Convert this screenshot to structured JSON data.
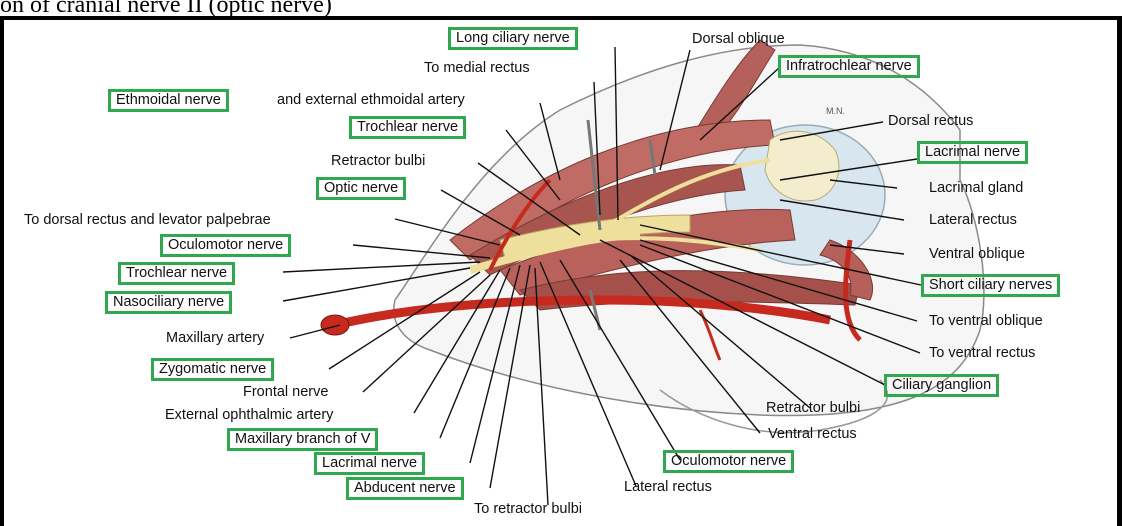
{
  "caption": "on of cranial nerve II (optic nerve)",
  "labels": {
    "long_ciliary_nerve": "Long ciliary nerve",
    "dorsal_oblique": "Dorsal oblique",
    "to_medial_rectus": "To medial rectus",
    "infratrochlear_nerve": "Infratrochlear nerve",
    "ethmoidal_nerve": "Ethmoidal nerve",
    "external_ethmoidal_artery": "and external ethmoidal artery",
    "trochlear_nerve_top": "Trochlear nerve",
    "dorsal_rectus": "Dorsal rectus",
    "retractor_bulbi_top": "Retractor bulbi",
    "lacrimal_nerve_right": "Lacrimal nerve",
    "optic_nerve": "Optic nerve",
    "lacrimal_gland": "Lacrimal gland",
    "to_dorsal_rectus": "To dorsal rectus and levator palpebrae",
    "lateral_rectus_right": "Lateral rectus",
    "oculomotor_nerve_left": "Oculomotor nerve",
    "ventral_oblique": "Ventral oblique",
    "trochlear_nerve_left": "Trochlear nerve",
    "short_ciliary_nerves": "Short ciliary nerves",
    "nasociliary_nerve": "Nasociliary nerve",
    "to_ventral_oblique": "To ventral oblique",
    "maxillary_artery": "Maxillary artery",
    "to_ventral_rectus": "To ventral rectus",
    "zygomatic_nerve": "Zygomatic nerve",
    "ciliary_ganglion": "Ciliary ganglion",
    "frontal_nerve": "Frontal nerve",
    "retractor_bulbi_bottom": "Retractor bulbi",
    "external_ophthalmic_artery": "External ophthalmic artery",
    "maxillary_branch_of_v": "Maxillary branch of V",
    "ventral_rectus": "Ventral rectus",
    "lacrimal_nerve_bottom": "Lacrimal nerve",
    "oculomotor_nerve_bottom": "Oculomotor nerve",
    "abducent_nerve": "Abducent nerve",
    "lateral_rectus_bottom": "Lateral rectus",
    "to_retractor_bulbi": "To retractor bulbi",
    "artist_initials": "M.N."
  },
  "colors": {
    "highlight_box": "#2fa84f",
    "muscle": "#b5605a",
    "nerve": "#eedf9c",
    "artery": "#c62a1e",
    "globe": "#d8e6f0"
  }
}
